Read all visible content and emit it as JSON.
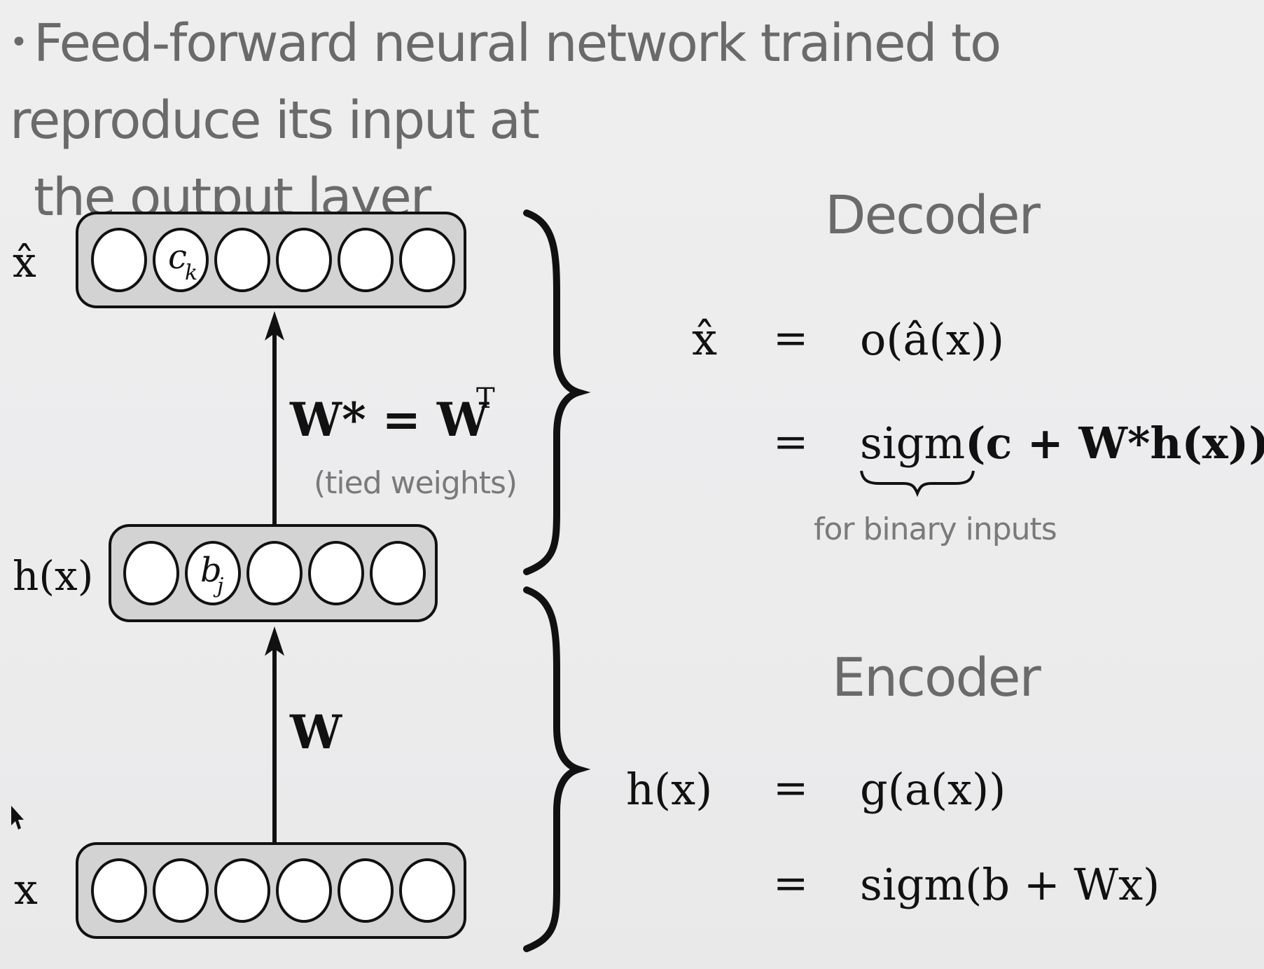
{
  "bullet": {
    "symbol": "•",
    "line1": "Feed-forward neural network trained to reproduce its input at",
    "line2": "the output layer"
  },
  "network": {
    "output_label": "x̂",
    "hidden_label": "h(x)",
    "input_label": "x",
    "output_unit_count": 6,
    "hidden_unit_count": 5,
    "input_unit_count": 6,
    "output_special_unit": "c",
    "output_special_subscript": "k",
    "hidden_special_unit": "b",
    "hidden_special_subscript": "j",
    "decoder_weight_label": "W* = W",
    "decoder_weight_superscript": "T",
    "tied_weights_caption": "(tied weights)",
    "encoder_weight_label": "W"
  },
  "decoder": {
    "heading": "Decoder",
    "eq1_lhs": "x̂",
    "eq1_op": "=",
    "eq1_rhs": "o(â(x))",
    "eq2_op": "=",
    "eq2_rhs_func": "sigm",
    "eq2_rhs_rest": "(c + W*h(x))",
    "brace_caption": "for binary inputs"
  },
  "encoder": {
    "heading": "Encoder",
    "eq1_lhs": "h(x)",
    "eq1_op": "=",
    "eq1_rhs": "g(a(x))",
    "eq2_op": "=",
    "eq2_rhs": "sigm(b + Wx)"
  },
  "colors": {
    "background": "#ededee",
    "layer_fill": "#d3d3d3",
    "unit_fill": "#ffffff",
    "stroke": "#111111",
    "text_gray": "#6a6a6a"
  }
}
